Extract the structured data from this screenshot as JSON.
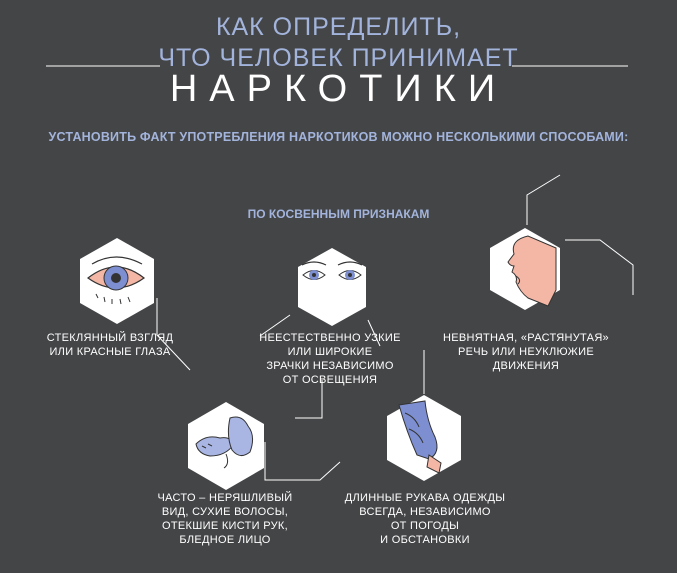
{
  "title": {
    "line1": "КАК ОПРЕДЕЛИТЬ,",
    "line2": "ЧТО ЧЕЛОВЕК ПРИНИМАЕТ",
    "line3": "НАРКОТИКИ"
  },
  "subtitle": "УСТАНОВИТЬ ФАКТ УПОТРЕБЛЕНИЯ НАРКОТИКОВ МОЖНО НЕСКОЛЬКИМИ СПОСОБАМИ:",
  "section_title": "ПО КОСВЕННЫМ ПРИЗНАКАМ",
  "signs": [
    {
      "icon": "red-eye-icon",
      "line1": "СТЕКЛЯННЫЙ ВЗГЛЯД",
      "line2": "ИЛИ КРАСНЫЕ ГЛАЗА"
    },
    {
      "icon": "eyes-pupils-icon",
      "line1": "НЕЕСТЕСТВЕННО УЗКИЕ",
      "line2": "ИЛИ ШИРОКИЕ",
      "line3": "ЗРАЧКИ НЕЗАВИСИМО",
      "line4": "ОТ ОСВЕЩЕНИЯ"
    },
    {
      "icon": "face-profile-icon",
      "line1": "НЕВНЯТНАЯ, «РАСТЯНУТАЯ»",
      "line2": "РЕЧЬ ИЛИ НЕУКЛЮЖИЕ",
      "line3": "ДВИЖЕНИЯ"
    },
    {
      "icon": "swollen-hands-icon",
      "line1": "ЧАСТО – НЕРЯШЛИВЫЙ",
      "line2": "ВИД, СУХИЕ ВОЛОСЫ,",
      "line3": "ОТЕКШИЕ КИСТИ РУК,",
      "line4": "БЛЕДНОЕ ЛИЦО"
    },
    {
      "icon": "long-sleeve-icon",
      "line1": "ДЛИННЫЕ РУКАВА ОДЕЖДЫ",
      "line2": "ВСЕГДА, НЕЗАВИСИМО",
      "line3": "ОТ ПОГОДЫ",
      "line4": "И ОБСТАНОВКИ"
    }
  ],
  "colors": {
    "background": "#444547",
    "accent": "#a3b4dc",
    "hexagon": "#ffffff",
    "skin": "#f4b7a5",
    "blue": "#7d8fd0"
  }
}
